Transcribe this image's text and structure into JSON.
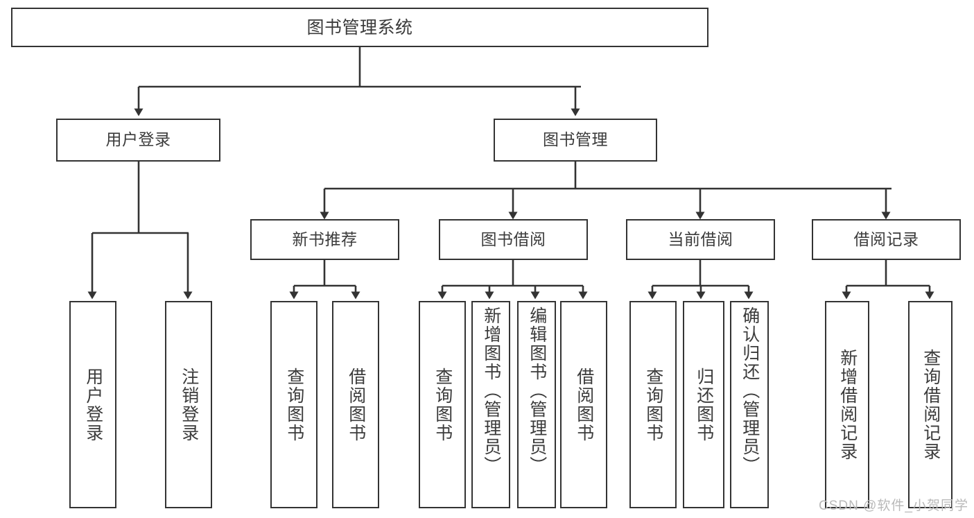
{
  "diagram": {
    "type": "tree",
    "title": "图书管理系统",
    "orientation": "top-down",
    "levels": 4,
    "root": {
      "label": "图书管理系统"
    },
    "level2": [
      {
        "label": "用户登录"
      },
      {
        "label": "图书管理"
      }
    ],
    "level3": [
      {
        "label": "新书推荐",
        "parent": "图书管理"
      },
      {
        "label": "图书借阅",
        "parent": "图书管理"
      },
      {
        "label": "当前借阅",
        "parent": "图书管理"
      },
      {
        "label": "借阅记录",
        "parent": "图书管理"
      }
    ],
    "leaves": {
      "user_login": [
        {
          "label": "用户登录"
        },
        {
          "label": "注销登录"
        }
      ],
      "new_book_recommend": [
        {
          "label": "查询图书"
        },
        {
          "label": "借阅图书"
        }
      ],
      "book_borrow": [
        {
          "label": "查询图书"
        },
        {
          "label": "新增图书（管理员）"
        },
        {
          "label": "编辑图书（管理员）"
        },
        {
          "label": "借阅图书"
        }
      ],
      "current_borrow": [
        {
          "label": "查询图书"
        },
        {
          "label": "归还图书"
        },
        {
          "label": "确认归还（管理员）"
        }
      ],
      "borrow_record": [
        {
          "label": "新增借阅记录"
        },
        {
          "label": "查询借阅记录"
        }
      ]
    }
  },
  "watermark": {
    "text": "CSDN @软件_小贺同学"
  },
  "colors": {
    "stroke": "#333333",
    "text": "#3b3b3b",
    "background": "#ffffff",
    "watermark": "#b9b9b9"
  }
}
